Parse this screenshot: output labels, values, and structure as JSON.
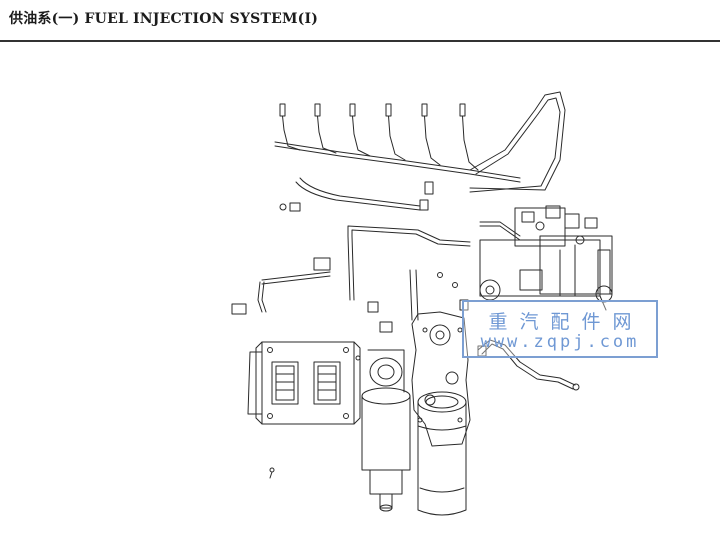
{
  "header": {
    "title": "供油系(一) FUEL INJECTION SYSTEM(I)"
  },
  "watermark": {
    "brand_text": "重汽配件网",
    "url": "www.zqpj.com",
    "color": "#6f98d4"
  },
  "colors": {
    "line": "#2a2a2a",
    "rule": "#333333"
  }
}
